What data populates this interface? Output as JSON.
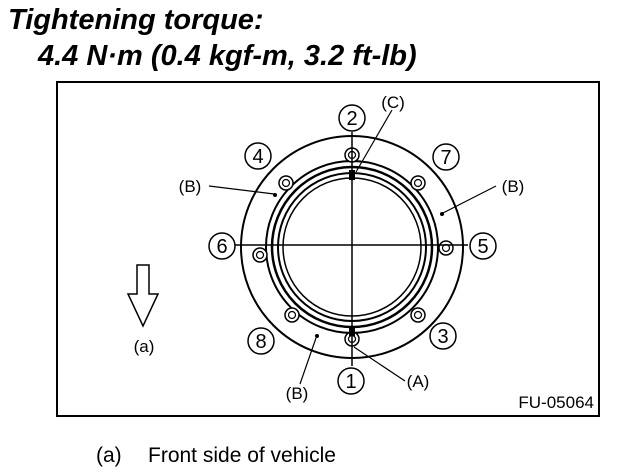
{
  "heading": {
    "title": "Tightening torque:",
    "torque": "4.4 N·m (0.4 kgf-m, 3.2 ft-lb)"
  },
  "diagram": {
    "bolt_numbers": [
      "1",
      "2",
      "3",
      "4",
      "5",
      "6",
      "7",
      "8"
    ],
    "callouts": {
      "A": "(A)",
      "B": "(B)",
      "C": "(C)",
      "a": "(a)"
    },
    "figure_code": "FU-05064"
  },
  "legend": {
    "key": "(a)",
    "text": "Front side of vehicle"
  }
}
